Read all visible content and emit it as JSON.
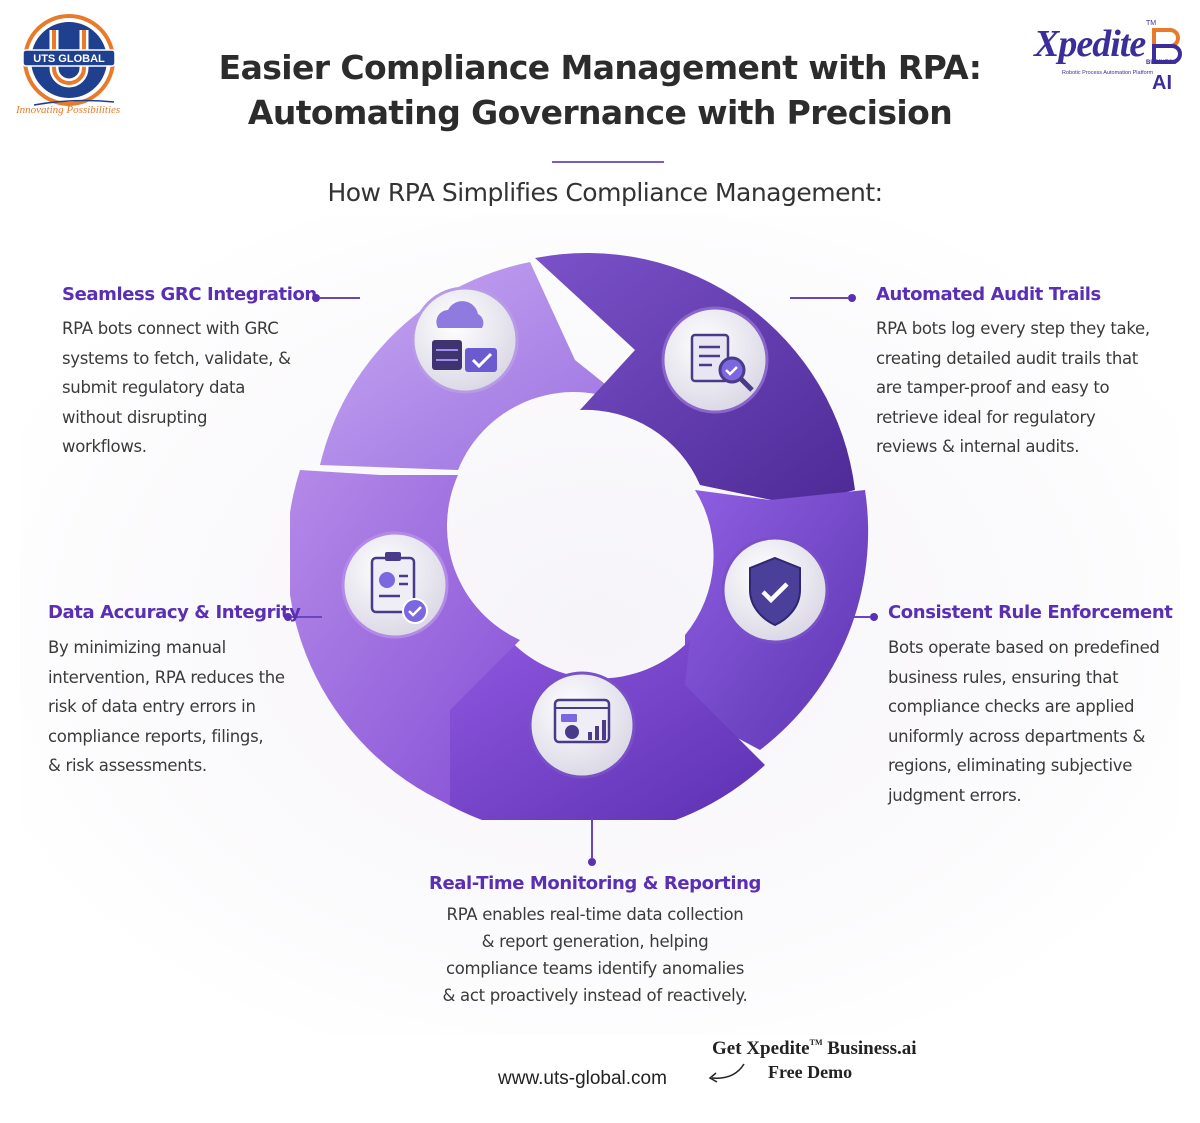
{
  "branding": {
    "uts_logo_text": "UTS GLOBAL",
    "uts_tagline": "Innovating Possibilities",
    "xpedite_name": "Xpedite",
    "xpedite_tm": "TM",
    "xpedite_sub": "Robotic Process Automation Platform",
    "xpedite_business": "BUSINESS",
    "xpedite_ai": "AI"
  },
  "header": {
    "title_line1": "Easier Compliance Management with RPA:",
    "title_line2": "Automating Governance with Precision",
    "subtitle": "How RPA Simplifies Compliance Management:"
  },
  "features": {
    "grc": {
      "title": "Seamless GRC Integration",
      "lines": [
        "RPA bots connect with GRC",
        "systems to fetch, validate, &",
        "submit regulatory data",
        "without disrupting",
        "workflows."
      ],
      "icon": "cloud-server-icon"
    },
    "audit": {
      "title": "Automated Audit Trails",
      "lines": [
        "RPA bots log every step they take,",
        "creating detailed audit trails that",
        "are tamper-proof and easy to",
        "retrieve ideal for regulatory",
        "reviews & internal audits."
      ],
      "icon": "document-search-icon"
    },
    "accuracy": {
      "title": "Data Accuracy & Integrity",
      "lines": [
        "By minimizing manual",
        "intervention, RPA reduces the",
        "risk of data entry errors in",
        "compliance reports, filings,",
        "& risk assessments."
      ],
      "icon": "clipboard-check-icon"
    },
    "rules": {
      "title": "Consistent Rule Enforcement",
      "lines": [
        "Bots operate based on predefined",
        "business rules, ensuring that",
        "compliance checks are applied",
        "uniformly across departments &",
        "regions, eliminating subjective",
        "judgment errors."
      ],
      "icon": "shield-check-icon"
    },
    "monitoring": {
      "title": "Real-Time Monitoring & Reporting",
      "lines": [
        "RPA enables real-time data collection",
        "& report generation, helping",
        "compliance teams identify anomalies",
        "& act proactively instead of reactively."
      ],
      "icon": "dashboard-chart-icon"
    }
  },
  "colors": {
    "accent": "#5a2fb3",
    "segment_light": "#a67fe6",
    "segment_dark": "#5b36a8",
    "segment_mid": "#8a5ad8"
  },
  "footer": {
    "website": "www.uts-global.com",
    "cta_line1": "Get Xpedite",
    "cta_tm": "TM",
    "cta_line1b": " Business.ai",
    "cta_line2": "Free Demo"
  }
}
